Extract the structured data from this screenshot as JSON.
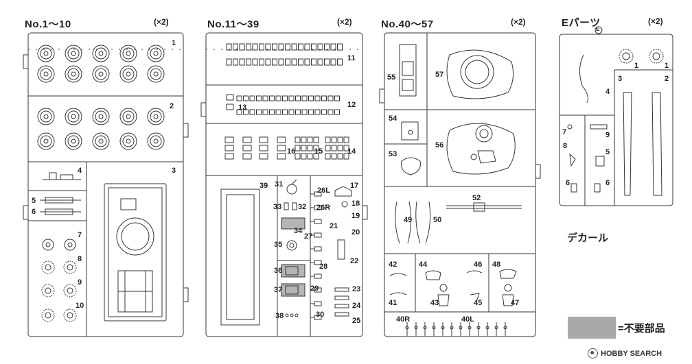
{
  "sprues": [
    {
      "title": "No.1～10",
      "count": "(×2)"
    },
    {
      "title": "No.11～39",
      "count": "(×2)"
    },
    {
      "title": "No.40～57",
      "count": "(×2)"
    },
    {
      "title": "Eパーツ",
      "count": "(×2)"
    }
  ],
  "sprue_marker": "E",
  "part_numbers": {
    "s1": [
      "1",
      "2",
      "3",
      "4",
      "5",
      "6",
      "7",
      "8",
      "9",
      "10"
    ],
    "s2": [
      "11",
      "12",
      "13",
      "14",
      "15",
      "16",
      "17",
      "18",
      "19",
      "20",
      "21",
      "22",
      "23",
      "24",
      "25",
      "26L",
      "26R",
      "27",
      "28",
      "29",
      "30",
      "31",
      "32",
      "33",
      "34",
      "35",
      "36",
      "37",
      "38",
      "39"
    ],
    "s3": [
      "40R",
      "40L",
      "41",
      "42",
      "43",
      "44",
      "45",
      "46",
      "47",
      "48",
      "49",
      "50",
      "52",
      "53",
      "54",
      "55",
      "56",
      "57"
    ],
    "s4": [
      "1",
      "1",
      "2",
      "3",
      "4",
      "5",
      "6",
      "6",
      "7",
      "8",
      "9"
    ]
  },
  "decal_label": "デカール",
  "legend": {
    "text": "=不要部品",
    "swatch_color": "#a9a9a9"
  },
  "watermark": "HOBBY SEARCH"
}
